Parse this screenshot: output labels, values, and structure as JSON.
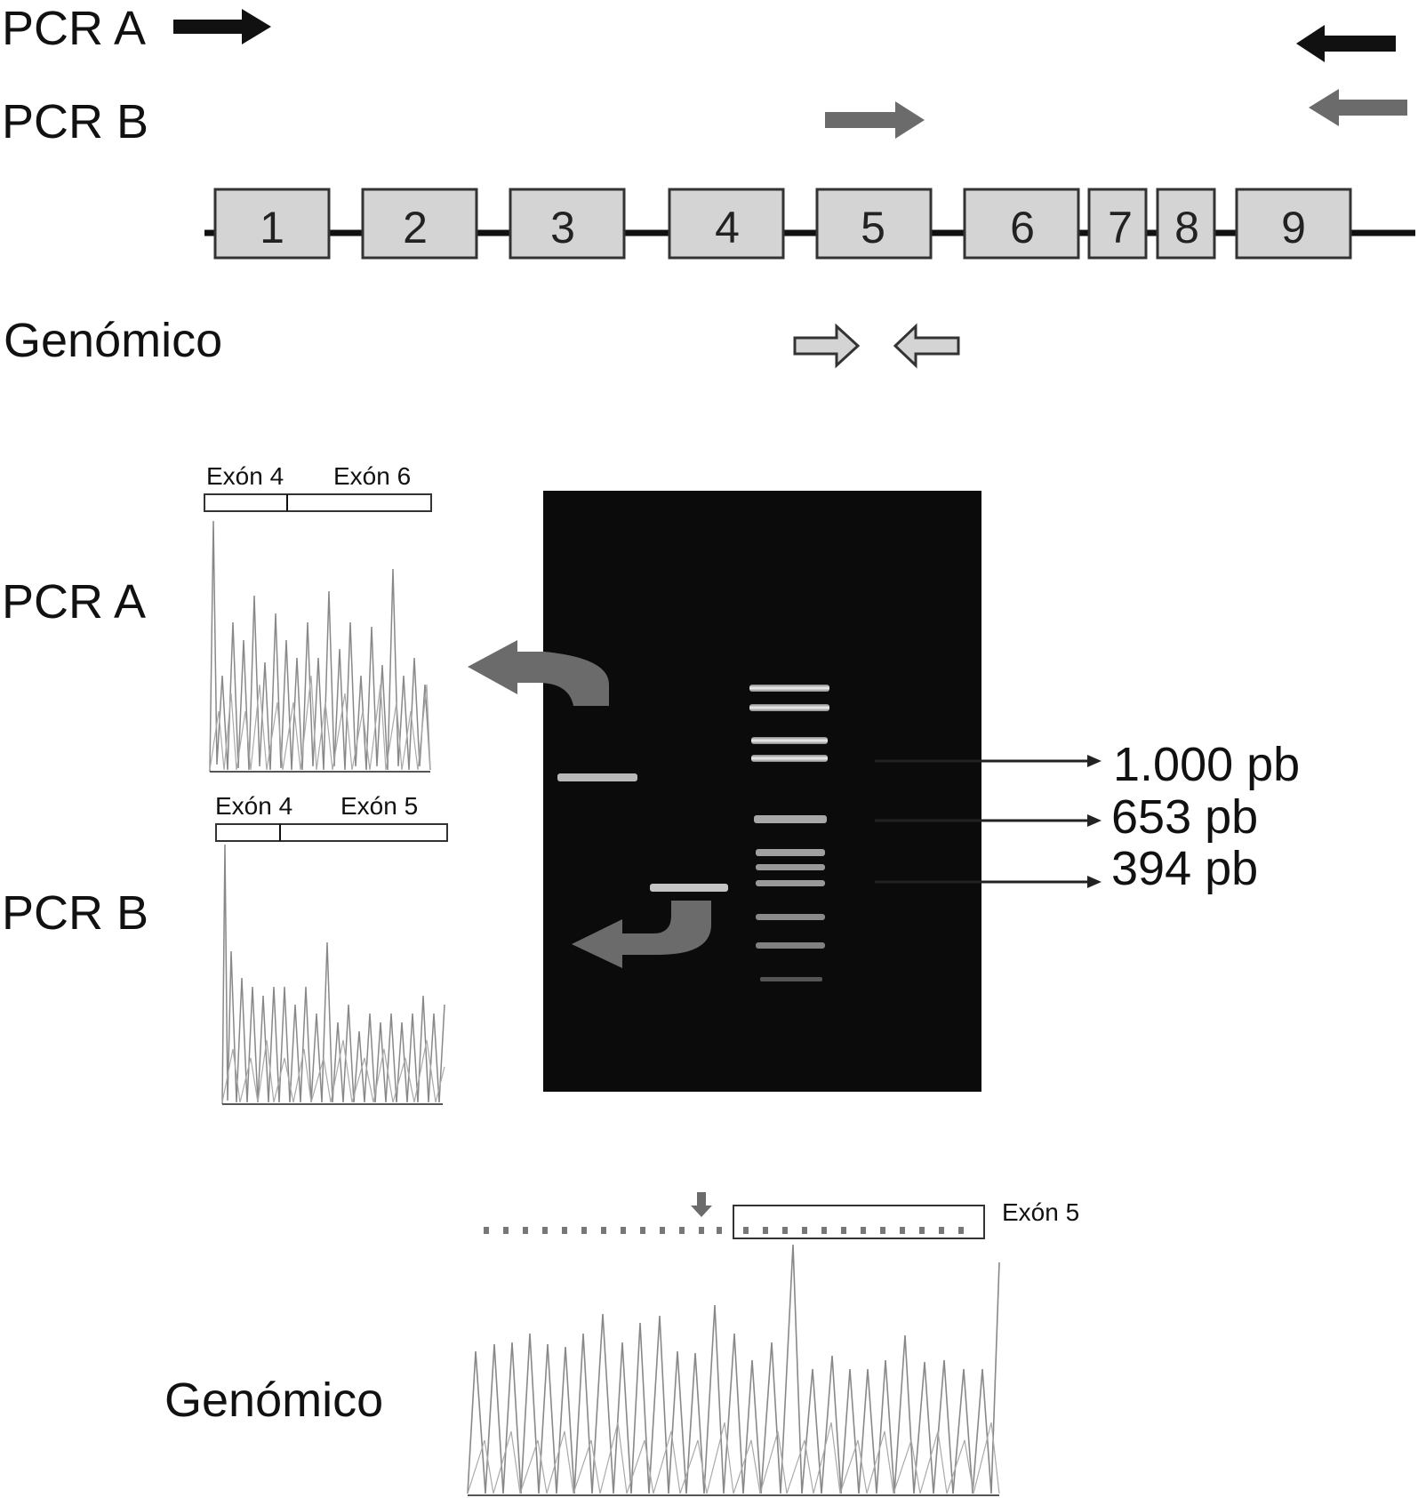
{
  "primers": {
    "pcr_a": "PCR A",
    "pcr_b": "PCR B",
    "genomic": "Genómico"
  },
  "gene": {
    "exons": [
      "1",
      "2",
      "3",
      "4",
      "5",
      "6",
      "7",
      "8",
      "9"
    ]
  },
  "sequencing": {
    "pcr_a_label": "PCR A",
    "pcr_b_label": "PCR B",
    "pcr_a_junction": [
      "Exón 4",
      "Exón 6"
    ],
    "pcr_b_junction": [
      "Exón 4",
      "Exón 5"
    ],
    "genomic_label": "Genómico",
    "genomic_exon": "Exón 5"
  },
  "gel": {
    "size_markers": [
      "1.000 pb",
      "653 pb",
      "394 pb"
    ]
  },
  "colors": {
    "dark_arrow": "#111111",
    "grey_arrow": "#6b6b6b",
    "exon_fill": "#d4d4d4",
    "gel_bg": "#0b0b0b"
  }
}
